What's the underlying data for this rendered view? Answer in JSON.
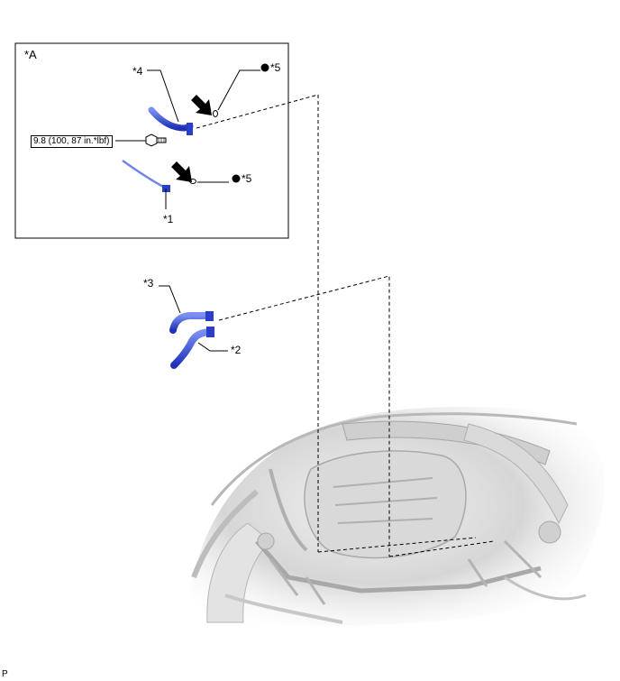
{
  "inset": {
    "label": "*A"
  },
  "callouts": {
    "c1": "*1",
    "c2": "*2",
    "c3": "*3",
    "c4": "*4",
    "c5a": "*5",
    "c5b": "*5"
  },
  "torque": {
    "text": "9.8 (100, 87 in.*lbf)"
  },
  "footer": {
    "code": "P"
  },
  "colors": {
    "hose": "#2a3fc8",
    "hose_light": "#6f86e8",
    "frame": "#000000",
    "engine": "#cfcfcf"
  }
}
